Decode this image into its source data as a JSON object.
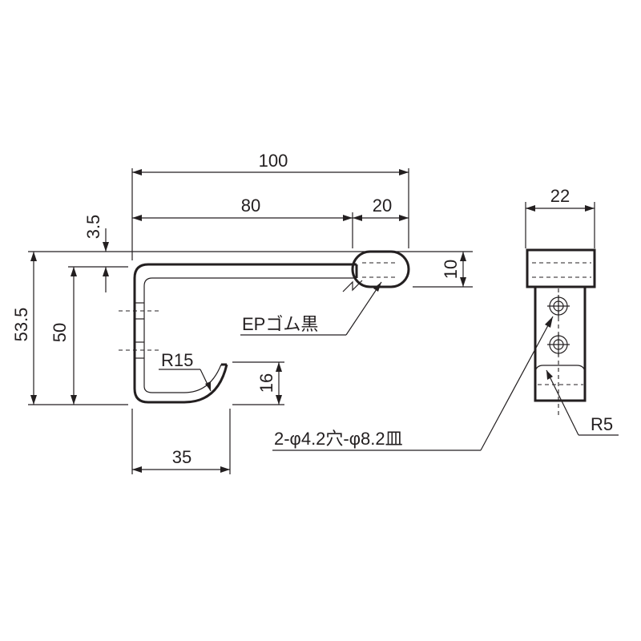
{
  "side_view": {
    "dim_width_total": "100",
    "dim_width_main": "80",
    "dim_width_tip": "20",
    "dim_top_offset": "3.5",
    "dim_height_total": "53.5",
    "dim_height_inner": "50",
    "dim_tip_height": "10",
    "dim_hook_radius": "R15",
    "dim_hook_height": "16",
    "dim_hook_width": "35",
    "note_rubber": "EPゴム黒"
  },
  "front_view": {
    "dim_width": "22",
    "dim_radius": "R5",
    "note_holes": "2-φ4.2穴-φ8.2皿"
  },
  "colors": {
    "line": "#231f20",
    "background": "#ffffff"
  }
}
